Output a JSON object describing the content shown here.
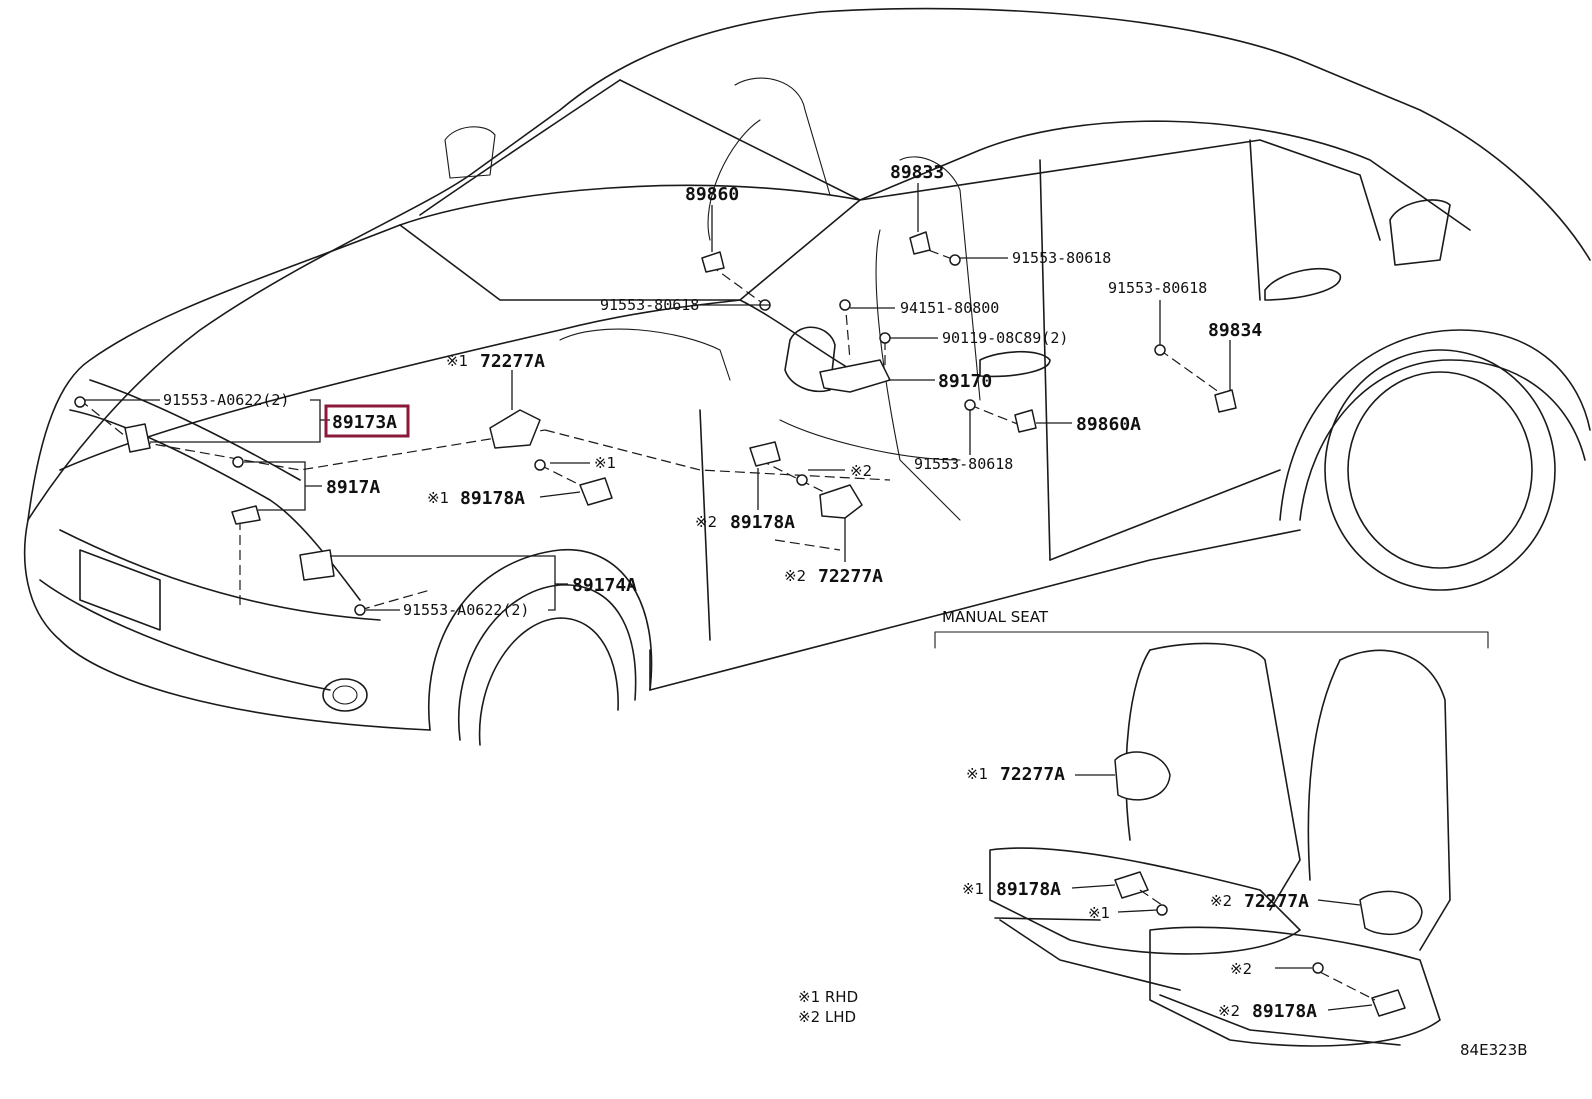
{
  "labels": {
    "p89860": "89860",
    "p89833": "89833",
    "bolt_a": "91553-80618",
    "bolt_b": "91553-80618",
    "bolt_c": "91553-80618",
    "bolt_d": "91553-80618",
    "nut_94151": "94151-80800",
    "bolt_90119": "90119-08C89(2)",
    "p89834": "89834",
    "p89170": "89170",
    "p89860A": "89860A",
    "bolt_a0622_top": "91553-A0622(2)",
    "p89173A": "89173A",
    "p8917A": "8917A",
    "p89174A": "89174A",
    "bolt_a0622_bottom": "91553-A0622(2)",
    "p72277A_1": "72277A",
    "p89178A_1": "89178A",
    "p89178A_2": "89178A",
    "p72277A_2": "72277A",
    "seat_72277A_1": "72277A",
    "seat_89178A_1": "89178A",
    "seat_72277A_2": "72277A",
    "seat_89178A_2": "89178A"
  },
  "marks": {
    "m1": "※1",
    "m2": "※2"
  },
  "inset_title": "MANUAL SEAT",
  "legend": {
    "rhd": "※1 RHD",
    "lhd": "※2 LHD"
  },
  "diagram_id": "84E323B",
  "highlighted_part": "89173A",
  "highlight_color": "#8b1a3a"
}
